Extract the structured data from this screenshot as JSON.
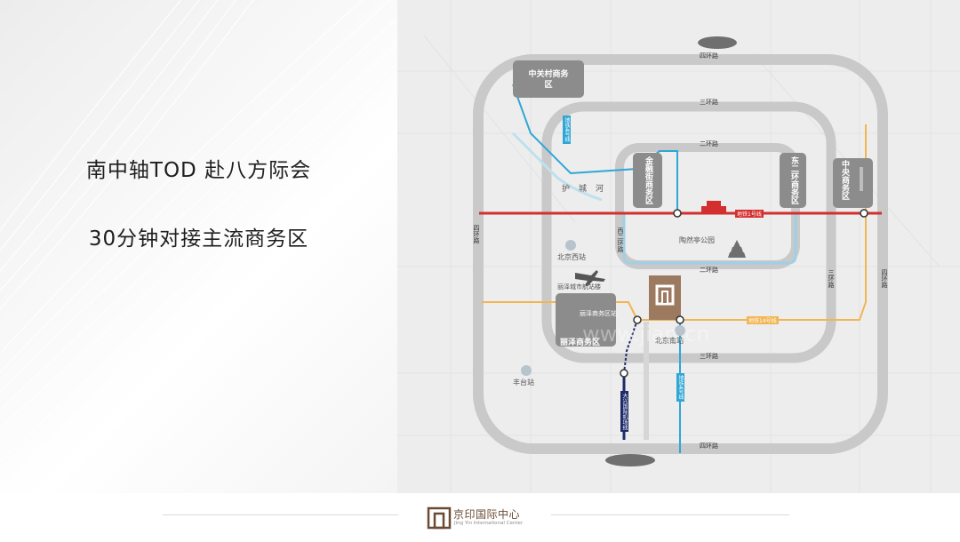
{
  "headline": {
    "line1": "南中轴TOD 赴八方际会",
    "line2": "30分钟对接主流商务区"
  },
  "map": {
    "ring_labels": {
      "fourth_top": "四环路",
      "fourth_bottom": "四环路",
      "fourth_left": "四环路",
      "fourth_right": "四环路",
      "third_top": "三环路",
      "third_bottom": "三环路",
      "third_right": "三环路",
      "second_top": "二环路",
      "second_bottom": "二环路",
      "west_second": "西二环路"
    },
    "business_districts": [
      "中关村商务区",
      "金融街商务区",
      "东二环商务区",
      "中央商务区",
      "丽泽商务区"
    ],
    "stations": {
      "beijing_west": "北京西站",
      "beijing_south": "北京南站",
      "fengtai": "丰台站",
      "lize_city_terminal": "丽泽城市航站楼",
      "lize_business_station": "丽泽商务区站"
    },
    "places": {
      "moat": "护城河",
      "taoranting": "陶然亭公园"
    },
    "metro_lines": {
      "line1": "地铁1号线",
      "line14": "地铁14号线",
      "line4": "地铁4号线",
      "airport_express": "大兴国际机场线",
      "north_line": "地铁4号线"
    },
    "colors": {
      "ring_road": "#c8c8c8",
      "line1": "#d32f2f",
      "line14": "#f2b552",
      "line4": "#2fa6d6",
      "airport_express": "#1f2c6b",
      "district_box": "#8c8c8c",
      "project_marker": "#9b7a60"
    },
    "watermark": "www.jian.cn"
  },
  "footer": {
    "brand_name": "京印国际中心",
    "brand_sub": "Jing Yin International Center"
  }
}
